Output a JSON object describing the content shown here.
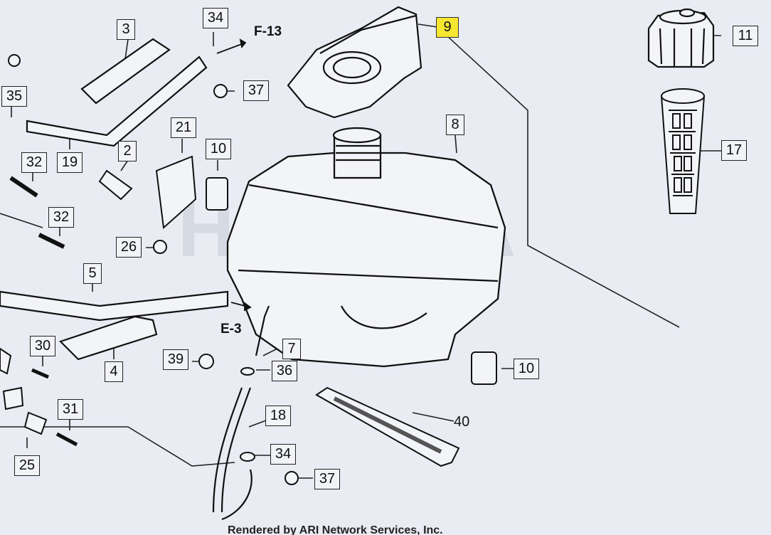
{
  "callouts": {
    "p9": "9",
    "p11": "11",
    "p17": "17",
    "p8": "8",
    "p3": "3",
    "p34a": "34",
    "p37a": "37",
    "p35": "35",
    "p21": "21",
    "p2": "2",
    "p10a": "10",
    "p19": "19",
    "p32a": "32",
    "p32b": "32",
    "p26": "26",
    "p5": "5",
    "p30": "30",
    "p4": "4",
    "p39": "39",
    "p7": "7",
    "p36": "36",
    "p10b": "10",
    "p31": "31",
    "p18": "18",
    "p25": "25",
    "p34b": "34",
    "p37b": "37"
  },
  "plain_labels": {
    "p40": "40"
  },
  "refs": {
    "f13": "F-13",
    "e3": "E-3"
  },
  "footer_text": "Rendered by ARI Network Services, Inc.",
  "watermark_text": "HONDA",
  "highlight_color": "#f6e832"
}
